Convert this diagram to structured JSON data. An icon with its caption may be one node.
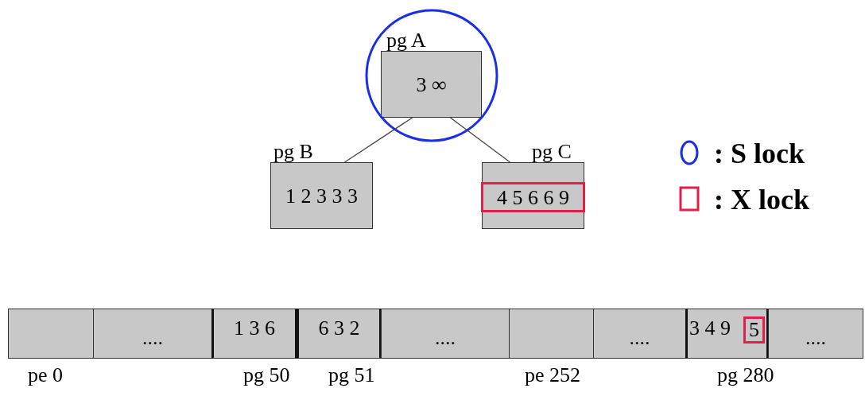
{
  "diagram": {
    "nodes": [
      {
        "text": [
          "pg A",
          "3 ∞"
        ]
      },
      {
        "text": [
          "pg B",
          "1 2 3 3 3"
        ]
      },
      {
        "text": [
          "pg C",
          "4 5 6 6 9"
        ]
      },
      {
        "text": [],
        "shape": "box",
        "beside": [
          "pe 0"
        ]
      },
      {
        "text": [
          "...."
        ]
      },
      {
        "text": [
          "1 3 6"
        ],
        "beside": [
          "pg 50"
        ]
      },
      {
        "text": [
          "6 3 2"
        ],
        "beside": [
          "pg 51"
        ]
      },
      {
        "text": [
          "...."
        ]
      },
      {
        "text": [],
        "shape": "box",
        "beside": [
          "pe 252"
        ]
      },
      {
        "text": [
          "...."
        ]
      },
      {
        "text": [
          "3 4 9",
          "5"
        ],
        "beside": [
          "pg 280"
        ]
      },
      {
        "text": [
          "...."
        ]
      }
    ],
    "edges": [
      {
        "from": 0,
        "to": 1,
        "arrow": "none"
      },
      {
        "from": 0,
        "to": 2,
        "arrow": "none"
      }
    ],
    "legend": [
      {
        "text": ": S lock"
      },
      {
        "text": ": X lock"
      }
    ]
  }
}
